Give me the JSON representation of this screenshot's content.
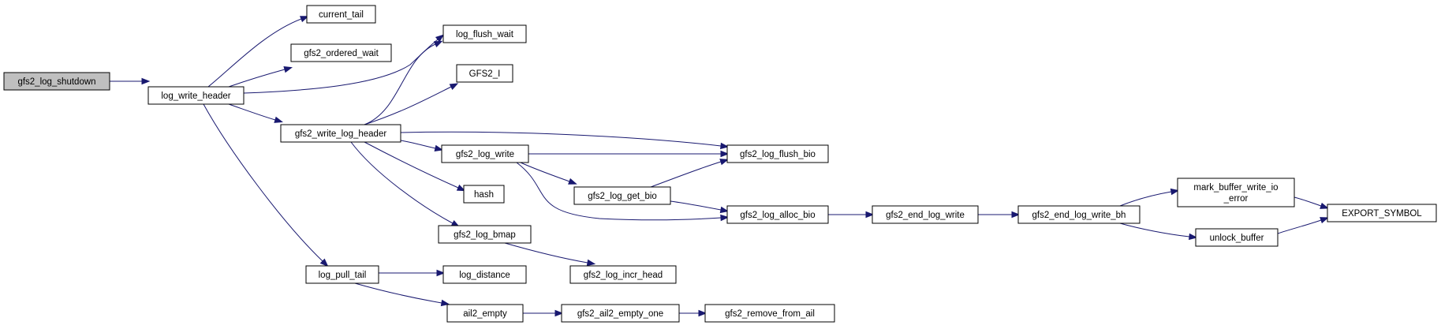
{
  "graph": {
    "edge_color": "#191970",
    "root_fill": "#bfbfbf",
    "nodes": [
      {
        "id": "gfs2_log_shutdown",
        "label": [
          "gfs2_log_shutdown"
        ],
        "root": true
      },
      {
        "id": "log_write_header",
        "label": [
          "log_write_header"
        ]
      },
      {
        "id": "current_tail",
        "label": [
          "current_tail"
        ]
      },
      {
        "id": "gfs2_ordered_wait",
        "label": [
          "gfs2_ordered_wait"
        ]
      },
      {
        "id": "log_flush_wait",
        "label": [
          "log_flush_wait"
        ]
      },
      {
        "id": "GFS2_I",
        "label": [
          "GFS2_I"
        ]
      },
      {
        "id": "gfs2_write_log_header",
        "label": [
          "gfs2_write_log_header"
        ]
      },
      {
        "id": "gfs2_log_write",
        "label": [
          "gfs2_log_write"
        ]
      },
      {
        "id": "gfs2_log_flush_bio",
        "label": [
          "gfs2_log_flush_bio"
        ]
      },
      {
        "id": "gfs2_log_get_bio",
        "label": [
          "gfs2_log_get_bio"
        ]
      },
      {
        "id": "hash",
        "label": [
          "hash"
        ]
      },
      {
        "id": "gfs2_log_alloc_bio",
        "label": [
          "gfs2_log_alloc_bio"
        ]
      },
      {
        "id": "gfs2_end_log_write",
        "label": [
          "gfs2_end_log_write"
        ]
      },
      {
        "id": "gfs2_end_log_write_bh",
        "label": [
          "gfs2_end_log_write_bh"
        ]
      },
      {
        "id": "mark_buffer_write_io_error",
        "label": [
          "mark_buffer_write_io",
          "_error"
        ]
      },
      {
        "id": "unlock_buffer",
        "label": [
          "unlock_buffer"
        ]
      },
      {
        "id": "EXPORT_SYMBOL",
        "label": [
          "EXPORT_SYMBOL"
        ]
      },
      {
        "id": "gfs2_log_bmap",
        "label": [
          "gfs2_log_bmap"
        ]
      },
      {
        "id": "gfs2_log_incr_head",
        "label": [
          "gfs2_log_incr_head"
        ]
      },
      {
        "id": "log_pull_tail",
        "label": [
          "log_pull_tail"
        ]
      },
      {
        "id": "log_distance",
        "label": [
          "log_distance"
        ]
      },
      {
        "id": "ail2_empty",
        "label": [
          "ail2_empty"
        ]
      },
      {
        "id": "gfs2_ail2_empty_one",
        "label": [
          "gfs2_ail2_empty_one"
        ]
      },
      {
        "id": "gfs2_remove_from_ail",
        "label": [
          "gfs2_remove_from_ail"
        ]
      }
    ],
    "edges": [
      [
        "gfs2_log_shutdown",
        "log_write_header"
      ],
      [
        "log_write_header",
        "current_tail"
      ],
      [
        "log_write_header",
        "gfs2_ordered_wait"
      ],
      [
        "log_write_header",
        "log_flush_wait"
      ],
      [
        "log_write_header",
        "gfs2_write_log_header"
      ],
      [
        "log_write_header",
        "log_pull_tail"
      ],
      [
        "gfs2_write_log_header",
        "log_flush_wait"
      ],
      [
        "gfs2_write_log_header",
        "GFS2_I"
      ],
      [
        "gfs2_write_log_header",
        "gfs2_log_flush_bio"
      ],
      [
        "gfs2_write_log_header",
        "gfs2_log_write"
      ],
      [
        "gfs2_write_log_header",
        "hash"
      ],
      [
        "gfs2_write_log_header",
        "gfs2_log_bmap"
      ],
      [
        "gfs2_log_write",
        "gfs2_log_flush_bio"
      ],
      [
        "gfs2_log_write",
        "gfs2_log_get_bio"
      ],
      [
        "gfs2_log_write",
        "gfs2_log_alloc_bio"
      ],
      [
        "gfs2_log_get_bio",
        "gfs2_log_flush_bio"
      ],
      [
        "gfs2_log_get_bio",
        "gfs2_log_alloc_bio"
      ],
      [
        "gfs2_log_alloc_bio",
        "gfs2_end_log_write"
      ],
      [
        "gfs2_end_log_write",
        "gfs2_end_log_write_bh"
      ],
      [
        "gfs2_end_log_write_bh",
        "mark_buffer_write_io_error"
      ],
      [
        "gfs2_end_log_write_bh",
        "unlock_buffer"
      ],
      [
        "mark_buffer_write_io_error",
        "EXPORT_SYMBOL"
      ],
      [
        "unlock_buffer",
        "EXPORT_SYMBOL"
      ],
      [
        "gfs2_log_bmap",
        "gfs2_log_incr_head"
      ],
      [
        "log_pull_tail",
        "log_distance"
      ],
      [
        "log_pull_tail",
        "ail2_empty"
      ],
      [
        "ail2_empty",
        "gfs2_ail2_empty_one"
      ],
      [
        "gfs2_ail2_empty_one",
        "gfs2_remove_from_ail"
      ]
    ]
  }
}
